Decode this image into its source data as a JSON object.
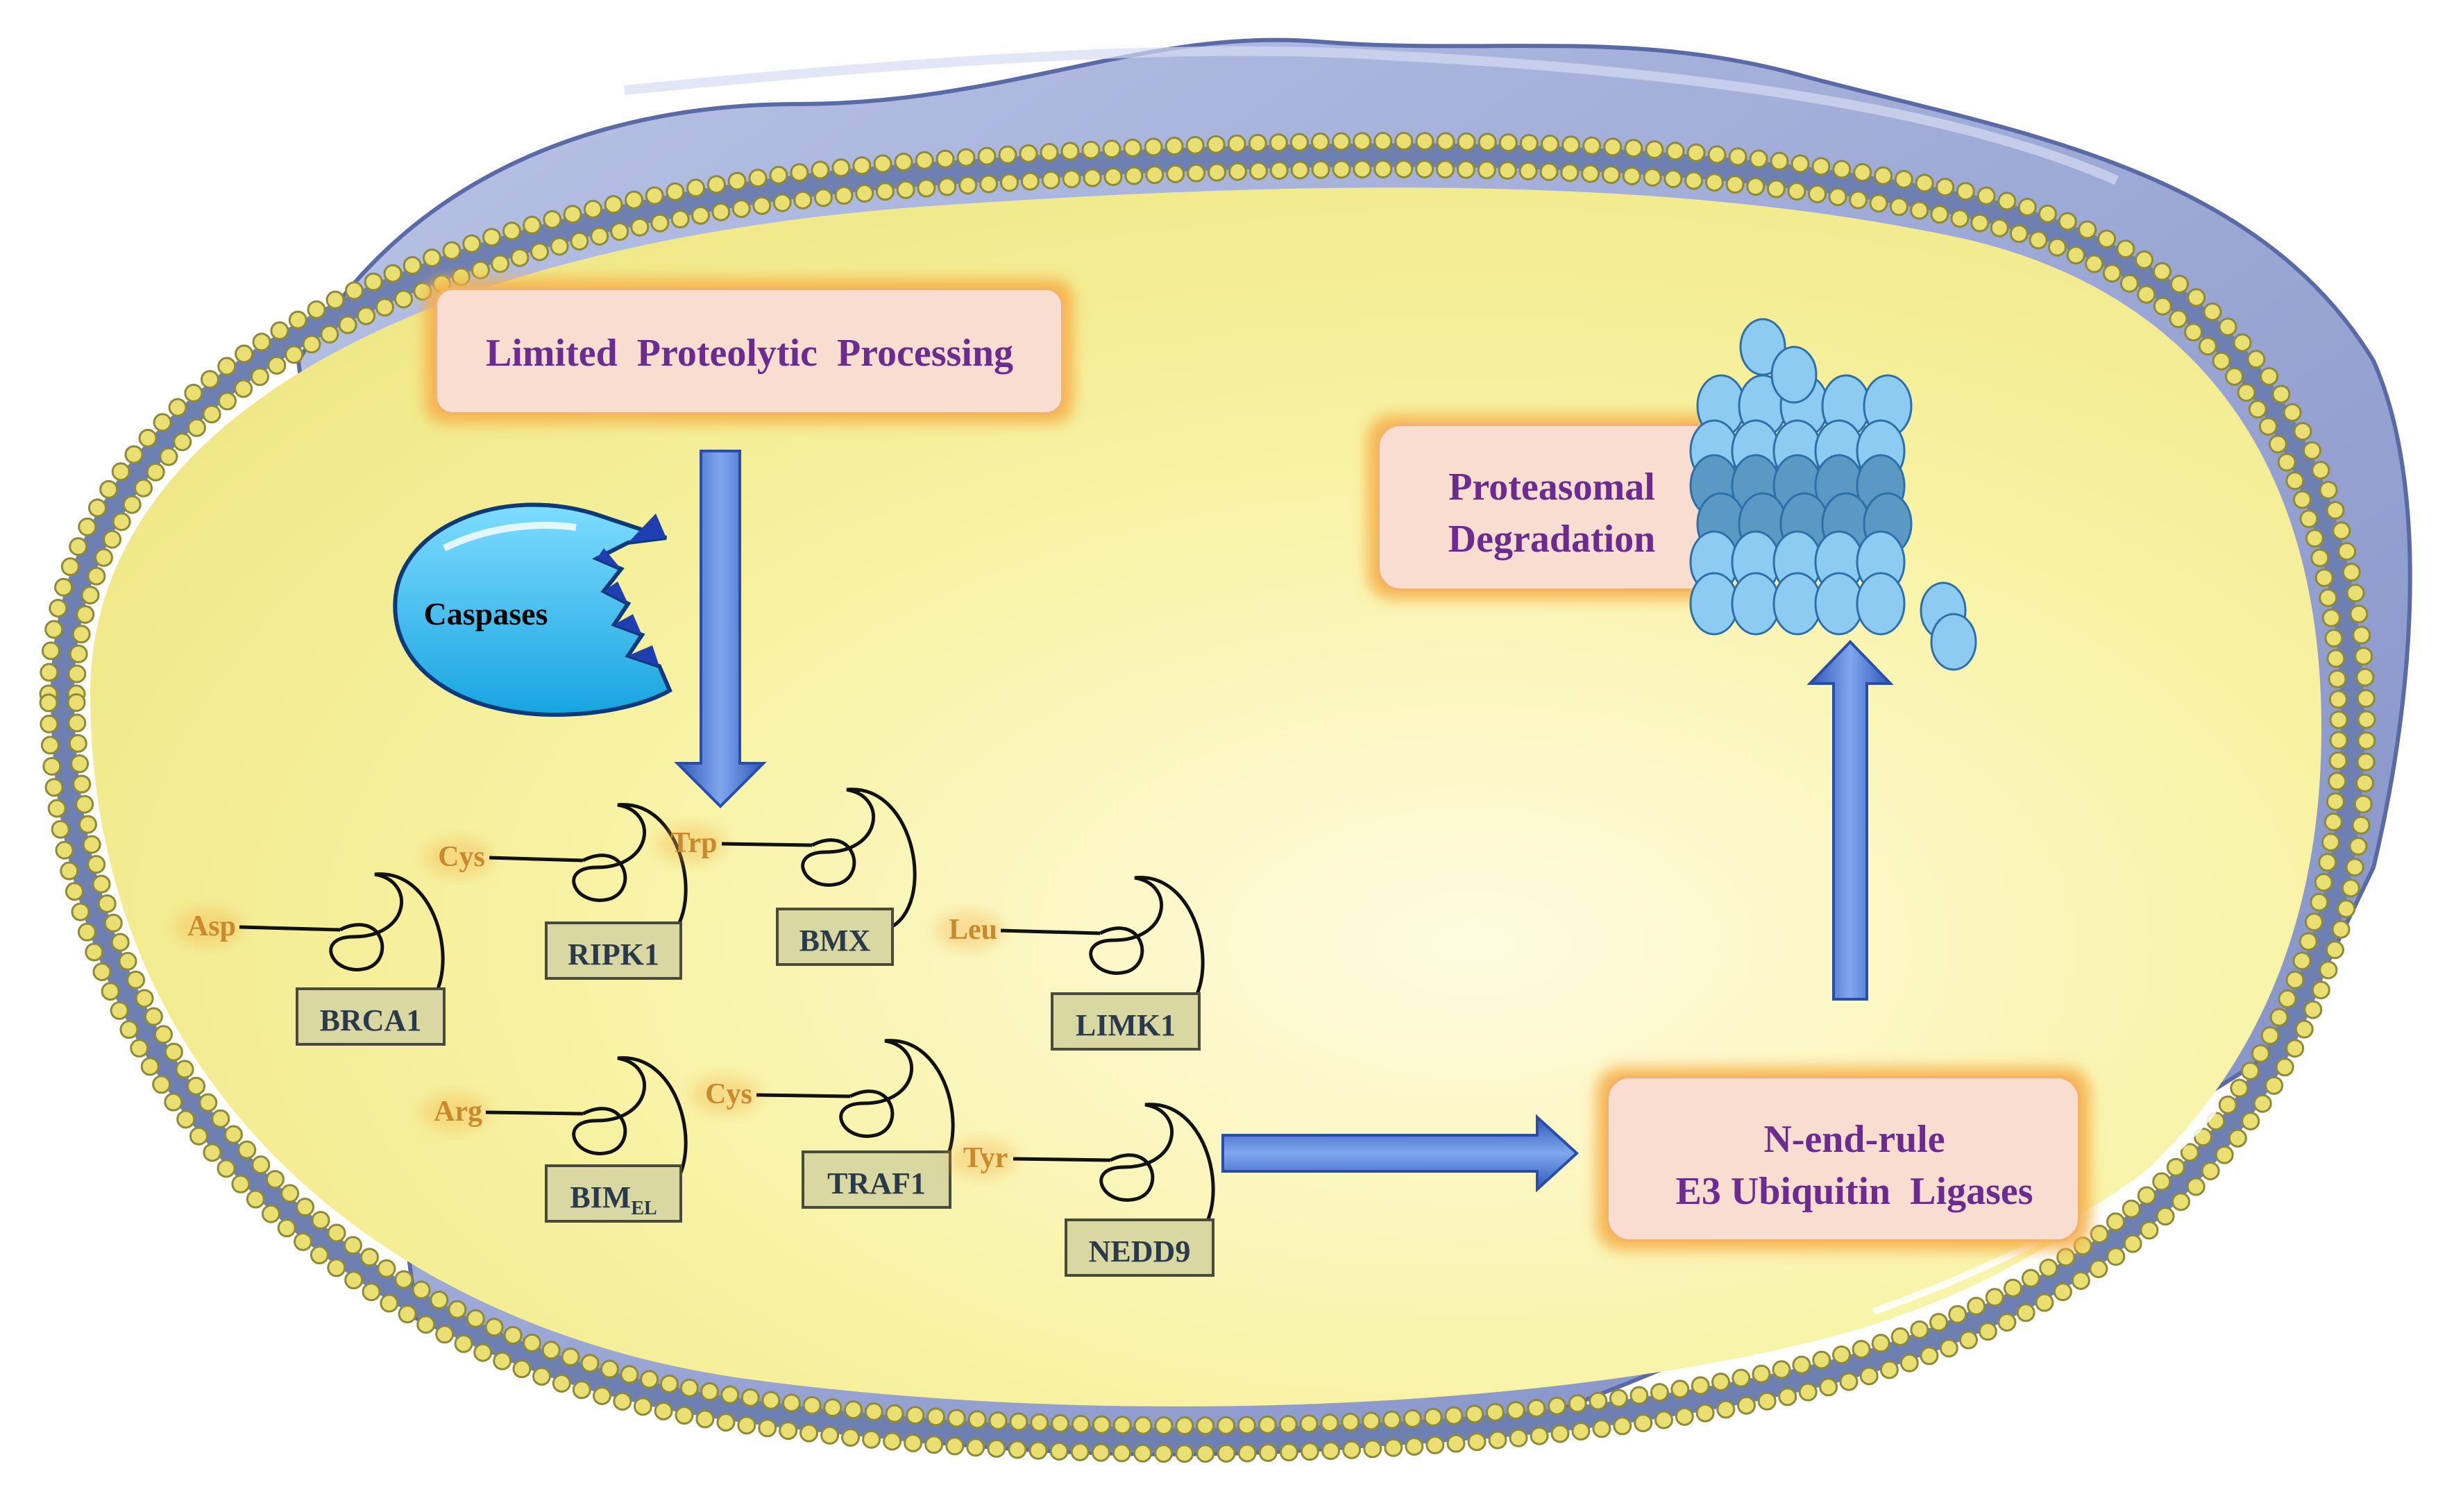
{
  "boxes": {
    "processing": "Limited  Proteolytic  Processing",
    "proteasomal_line1": "Proteasomal",
    "proteasomal_line2": "Degradation",
    "ligases_line1": "N-end-rule",
    "ligases_line2": "E3 Ubiquitin  Ligases"
  },
  "enzyme": {
    "label": "Caspases"
  },
  "substrates": [
    {
      "residue": "Asp",
      "protein": "BRCA1"
    },
    {
      "residue": "Cys",
      "protein": "RIPK1"
    },
    {
      "residue": "Trp",
      "protein": "BMX"
    },
    {
      "residue": "Leu",
      "protein": "LIMK1"
    },
    {
      "residue": "Arg",
      "protein": "BIM",
      "protein_sub": "EL"
    },
    {
      "residue": "Cys",
      "protein": "TRAF1"
    },
    {
      "residue": "Tyr",
      "protein": "NEDD9"
    }
  ],
  "colors": {
    "cytoplasm": "#f7f19a",
    "membrane_bead": "#e6dc6e",
    "membrane_core": "#6e7fb2",
    "extracellular": "#9aa6d2",
    "box_fill": "#f8ddd0",
    "box_glow": "#f6b04a",
    "box_text": "#6b2c91",
    "arrow": "#4a78d6",
    "caspase": "#2ab6ee",
    "proteasome": "#8ecbf2",
    "protein_label_box": "#d9d7a2"
  }
}
